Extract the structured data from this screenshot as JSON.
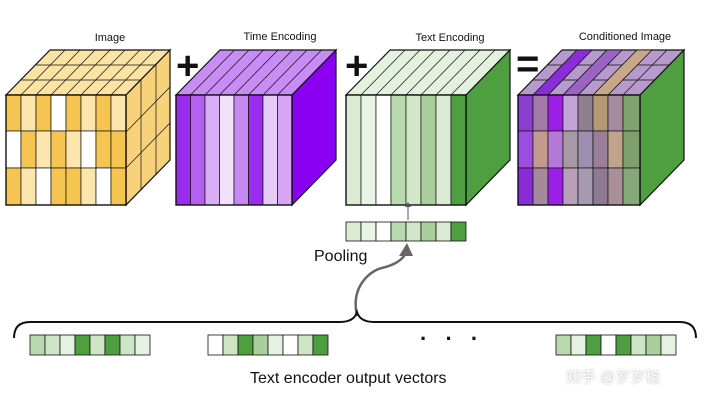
{
  "captions": {
    "image": "Image",
    "time": "Time Encoding",
    "text": "Text Encoding",
    "conditioned": "Conditioned Image"
  },
  "operators": {
    "plus1": "+",
    "plus2": "+",
    "equals": "="
  },
  "pooling_label": "Pooling",
  "ellipsis": "· · ·",
  "encoder_label": "Text encoder output vectors",
  "watermark": "知乎 @岁岁稔",
  "colors": {
    "yellow": "#f5c451",
    "yellow_light": "#fce6ae",
    "purple": "#8a00f0",
    "purple_light": "#d9aef5",
    "green": "#4f9f40",
    "green_light": "#cfe6c6",
    "outline": "#111111"
  }
}
